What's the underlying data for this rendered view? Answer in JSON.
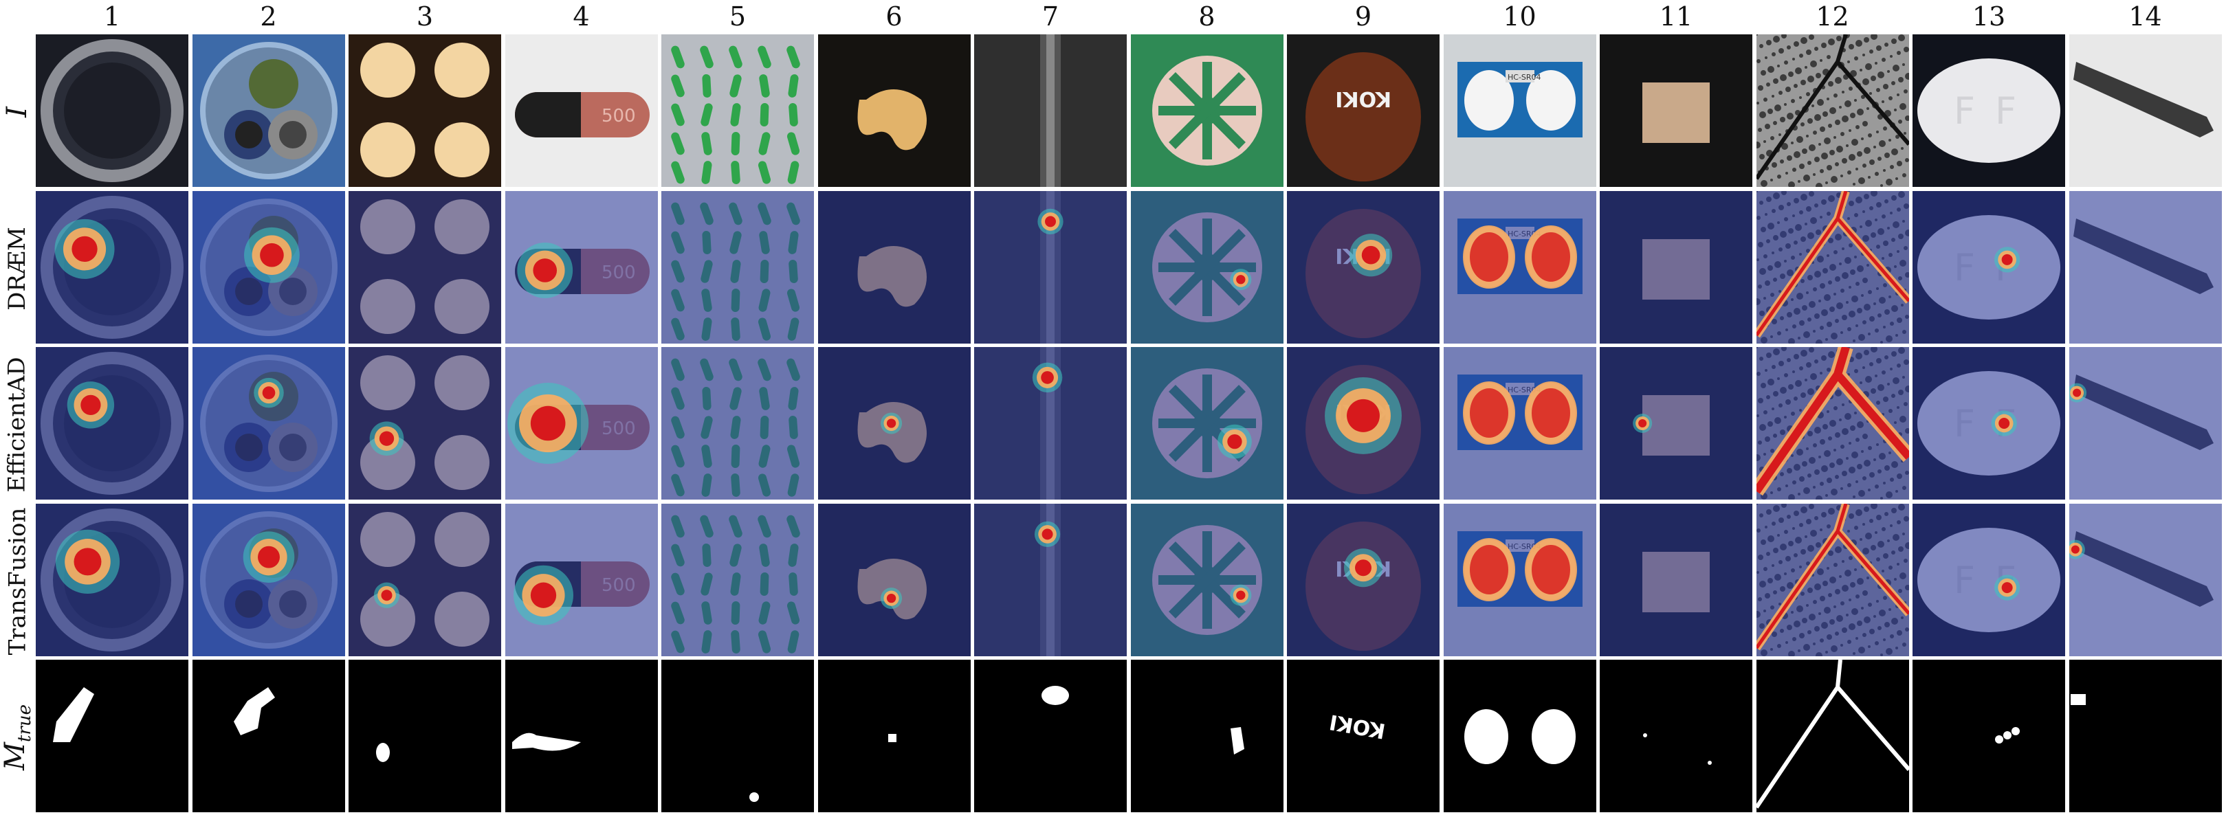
{
  "figure": {
    "columns": [
      "1",
      "2",
      "3",
      "4",
      "5",
      "6",
      "7",
      "8",
      "9",
      "10",
      "11",
      "12",
      "13",
      "14"
    ],
    "rows": [
      {
        "key": "input",
        "label": "I"
      },
      {
        "key": "draem",
        "label": "DRÆM"
      },
      {
        "key": "efficientad",
        "label": "EfficientAD"
      },
      {
        "key": "transfusion",
        "label": "TransFusion"
      },
      {
        "key": "mask",
        "label": "M"
      }
    ],
    "mask_subscript": "true",
    "pill_text": "500",
    "hazelnut_text": "KOKI",
    "sensor_text": "HC-SR04",
    "samples": [
      "bottle",
      "cable",
      "capsules",
      "capsule",
      "candle-macaroni",
      "cashew",
      "zipper",
      "wheel",
      "hazelnut",
      "sensor",
      "tile",
      "grid-crack",
      "pill",
      "screw"
    ]
  },
  "colors": {
    "heat_hot": "#d7191c",
    "heat_warm": "#fdae61",
    "heat_cold": "#2b3a9e",
    "mask_fg": "#ffffff",
    "mask_bg": "#000000"
  }
}
